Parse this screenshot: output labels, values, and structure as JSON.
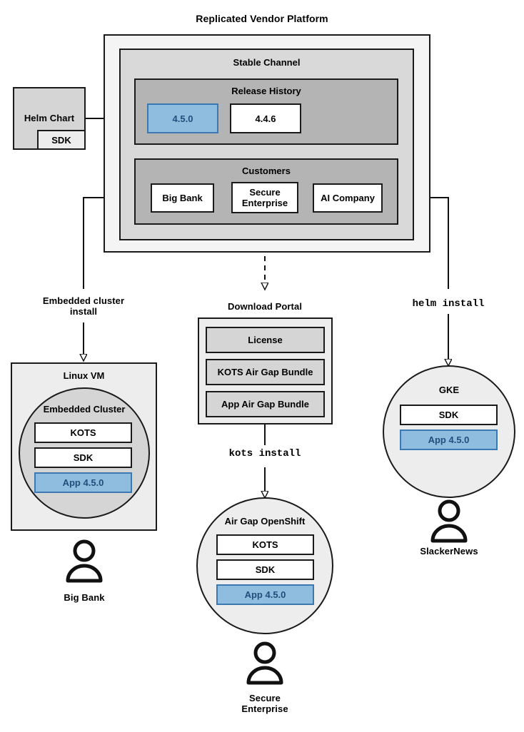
{
  "diagram": {
    "title": "Replicated Vendor Platform",
    "platform": {
      "stable_channel": {
        "label": "Stable Channel",
        "release_history": {
          "label": "Release History",
          "releases": [
            {
              "version": "4.5.0",
              "state": "active"
            },
            {
              "version": "4.4.6",
              "state": "previous"
            }
          ]
        },
        "customers": {
          "label": "Customers",
          "items": [
            {
              "name": "Big Bank"
            },
            {
              "name": "Secure\nEnterprise"
            },
            {
              "name": "AI Company"
            }
          ]
        }
      }
    },
    "helm_chart": {
      "label": "Helm Chart",
      "sdk_label": "SDK"
    },
    "edges": [
      {
        "label": "Embedded cluster\ninstall",
        "style": "solid"
      },
      {
        "label": "kots install",
        "style": "solid",
        "mono": true
      },
      {
        "label": "helm install",
        "style": "solid",
        "mono": true
      }
    ],
    "download_portal": {
      "label": "Download Portal",
      "artifacts": [
        "License",
        "KOTS Air Gap Bundle",
        "App Air Gap Bundle"
      ]
    },
    "targets": [
      {
        "id": "linux-vm",
        "label": "Linux VM",
        "inner_label": "Embedded Cluster",
        "components": [
          {
            "name": "KOTS",
            "highlight": false
          },
          {
            "name": "SDK",
            "highlight": false
          },
          {
            "name": "App 4.5.0",
            "highlight": true
          }
        ],
        "persona": "Big Bank"
      },
      {
        "id": "air-gap-openshift",
        "label": "Air Gap OpenShift",
        "components": [
          {
            "name": "KOTS",
            "highlight": false
          },
          {
            "name": "SDK",
            "highlight": false
          },
          {
            "name": "App 4.5.0",
            "highlight": true
          }
        ],
        "persona": "Secure\nEnterprise"
      },
      {
        "id": "gke",
        "label": "GKE",
        "components": [
          {
            "name": "SDK",
            "highlight": false
          },
          {
            "name": "App 4.5.0",
            "highlight": true
          }
        ],
        "persona": "SlackerNews"
      }
    ],
    "colors": {
      "accent_fill": "#8fbddf",
      "accent_border": "#3b79b0",
      "accent_text": "#1f4f7a",
      "stroke": "#1a1a1a",
      "outer_fill": "#f4f4f4",
      "channel_fill": "#d9d9d9",
      "history_fill": "#b4b4b4"
    }
  }
}
